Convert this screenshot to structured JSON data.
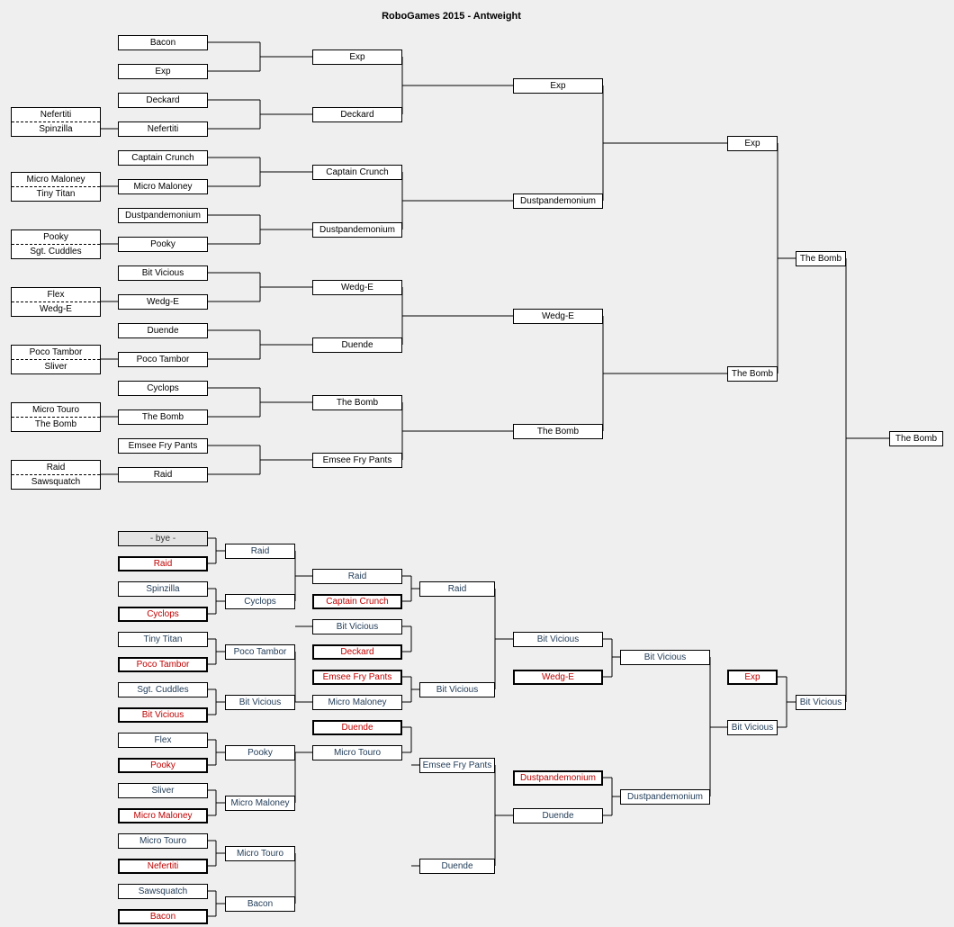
{
  "title": "RoboGames 2015 - Antweight",
  "prelim": [
    {
      "top": "Nefertiti",
      "bottom": "Spinzilla"
    },
    {
      "top": "Micro Maloney",
      "bottom": "Tiny Titan"
    },
    {
      "top": "Pooky",
      "bottom": "Sgt. Cuddles"
    },
    {
      "top": "Flex",
      "bottom": "Wedg-E"
    },
    {
      "top": "Poco Tambor",
      "bottom": "Sliver"
    },
    {
      "top": "Micro Touro",
      "bottom": "The Bomb"
    },
    {
      "top": "Raid",
      "bottom": "Sawsquatch"
    }
  ],
  "winners": {
    "r1": [
      "Bacon",
      "Exp",
      "Deckard",
      "Nefertiti",
      "Captain Crunch",
      "Micro Maloney",
      "Dustpandemonium",
      "Pooky",
      "Bit Vicious",
      "Wedg-E",
      "Duende",
      "Poco Tambor",
      "Cyclops",
      "The Bomb",
      "Emsee Fry Pants",
      "Raid"
    ],
    "r2": [
      "Exp",
      "Deckard",
      "Captain Crunch",
      "Dustpandemonium",
      "Wedg-E",
      "Duende",
      "The Bomb",
      "Emsee Fry Pants"
    ],
    "r3": [
      "Exp",
      "Dustpandemonium",
      "Wedg-E",
      "The Bomb"
    ],
    "r4": [
      "Exp",
      "The Bomb"
    ],
    "final": "The Bomb"
  },
  "grand_final": {
    "champion": "The Bomb",
    "losers_champion": "Bit Vicious"
  },
  "losers": {
    "r1": [
      "- bye -",
      "Raid",
      "Spinzilla",
      "Cyclops",
      "Tiny Titan",
      "Poco Tambor",
      "Sgt. Cuddles",
      "Bit Vicious",
      "Flex",
      "Pooky",
      "Sliver",
      "Micro Maloney",
      "Micro Touro",
      "Nefertiti",
      "Sawsquatch",
      "Bacon"
    ],
    "r2": [
      "Raid",
      "Cyclops",
      "Poco Tambor",
      "Bit Vicious",
      "Pooky",
      "Micro Maloney",
      "Micro Touro",
      "Bacon"
    ],
    "r3": [
      "Raid",
      "Captain Crunch",
      "Bit Vicious",
      "Deckard",
      "Emsee Fry Pants",
      "Micro Maloney",
      "Duende",
      "Micro Touro"
    ],
    "r4": [
      "Raid",
      "Bit Vicious",
      "Emsee Fry Pants",
      "Duende"
    ],
    "r5": [
      "Bit Vicious",
      "Wedg-E",
      "Dustpandemonium",
      "Duende"
    ],
    "r6": [
      "Bit Vicious",
      "Dustpandemonium"
    ],
    "r7": [
      "Exp",
      "Bit Vicious"
    ],
    "r8": "Bit Vicious"
  },
  "colors": {
    "dropped_in": "#c00000",
    "advanced": "#1f3a56",
    "bye_fill": "#e4e4e4"
  }
}
